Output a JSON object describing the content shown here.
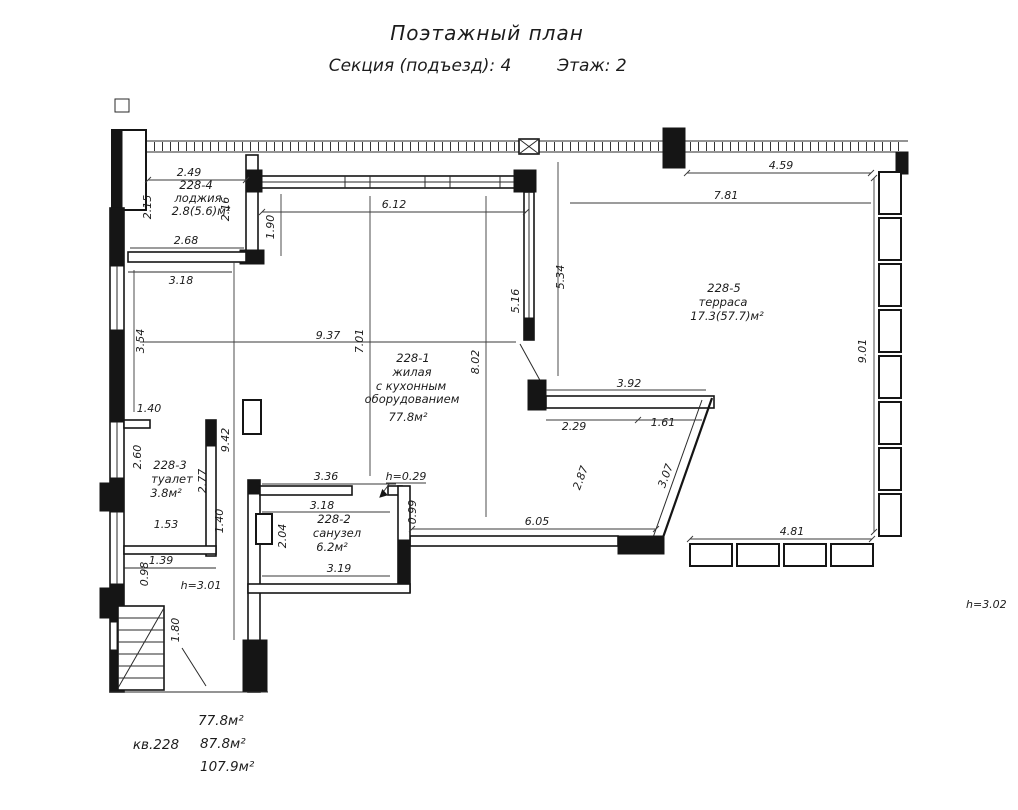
{
  "header": {
    "title": "Поэтажный план",
    "section": "Секция (подъезд): 4",
    "floor": "Этаж: 2"
  },
  "rooms": {
    "living": {
      "id": "228-1",
      "line1": "жилая",
      "line2": "с кухонным",
      "line3": "оборудованием",
      "area": "77.8м²"
    },
    "bathroom": {
      "id": "228-2",
      "name": "санузел",
      "area": "6.2м²"
    },
    "toilet": {
      "id": "228-3",
      "name": "туалет",
      "area": "3.8м²"
    },
    "loggia": {
      "id": "228-4",
      "name": "лоджия",
      "area": "2.8(5.6)м²"
    },
    "terrace": {
      "id": "228-5",
      "name": "терраса",
      "area": "17.3(57.7)м²"
    }
  },
  "dims": {
    "d249": "2.49",
    "d215": "2.15",
    "d216": "2.16",
    "d268": "2.68",
    "d318a": "3.18",
    "d190": "1.90",
    "d612": "6.12",
    "d781": "7.81",
    "d459": "4.59",
    "d534": "5.34",
    "d516": "5.16",
    "d901": "9.01",
    "d354": "3.54",
    "d937": "9.37",
    "d701": "7.01",
    "d802": "8.02",
    "d392": "3.92",
    "d229": "2.29",
    "d161": "1.61",
    "d140a": "1.40",
    "d942": "9.42",
    "d260": "2.60",
    "d277": "2.77",
    "d153": "1.53",
    "d139": "1.39",
    "d098": "0.98",
    "d140b": "1.40",
    "d336": "3.36",
    "d318b": "3.18",
    "d099": "0.99",
    "d204": "2.04",
    "d319": "3.19",
    "d287": "2.87",
    "d307": "3.07",
    "d605": "6.05",
    "d481": "4.81",
    "d180": "1.80"
  },
  "heights": {
    "main": "h=3.01",
    "step": "h=0.29",
    "terrace": "h=3.02"
  },
  "apartment": {
    "number": "кв.228",
    "area_living": "77.8м²",
    "area_total": "87.8м²",
    "area_full": "107.9м²"
  }
}
